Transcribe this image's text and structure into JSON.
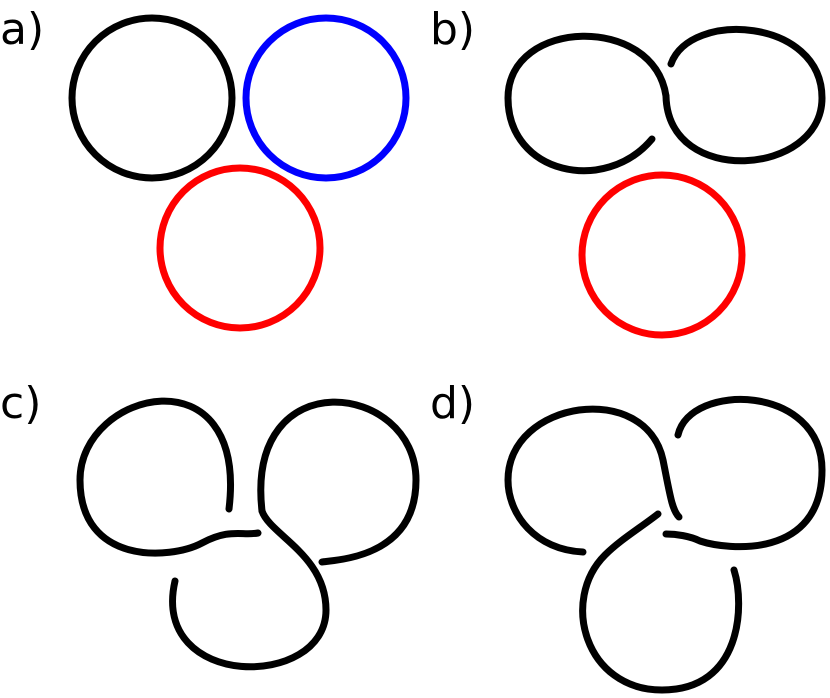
{
  "panels": [
    {
      "id": "a",
      "label": "a)"
    },
    {
      "id": "b",
      "label": "b)"
    },
    {
      "id": "c",
      "label": "c)"
    },
    {
      "id": "d",
      "label": "d)"
    }
  ],
  "colors": {
    "knot_black": "#000000",
    "loop_blue": "#0000ff",
    "loop_red": "#ff0000",
    "background": "#ffffff"
  }
}
